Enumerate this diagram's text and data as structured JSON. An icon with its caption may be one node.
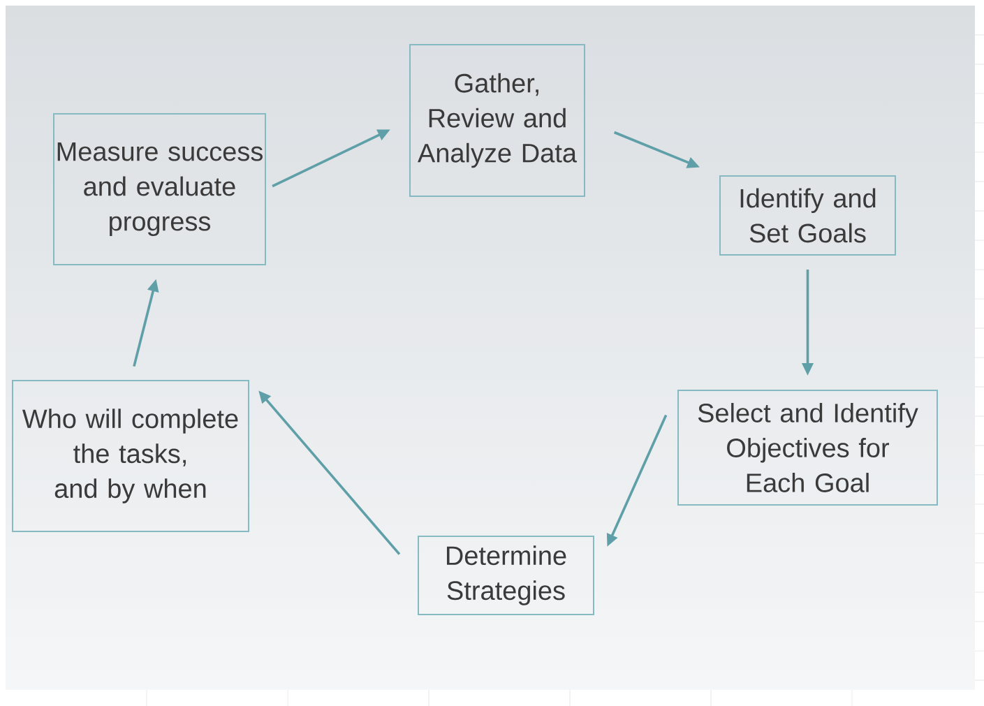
{
  "diagram": {
    "nodes": [
      {
        "text": [
          "Gather, Review and Analyze Data"
        ]
      },
      {
        "text": [
          "Identify and Set Goals"
        ]
      },
      {
        "text": [
          "Select and Identify Objectives for Each Goal"
        ]
      },
      {
        "text": [
          "Determine Strategies"
        ]
      },
      {
        "text": [
          "Who will complete the tasks, and by when"
        ]
      },
      {
        "text": [
          "Measure success and evaluate progress"
        ]
      }
    ],
    "edges": [
      {
        "from": 0,
        "to": 1,
        "arrow": "to"
      },
      {
        "from": 1,
        "to": 2,
        "arrow": "to"
      },
      {
        "from": 2,
        "to": 3,
        "arrow": "to"
      },
      {
        "from": 3,
        "to": 4,
        "arrow": "to"
      },
      {
        "from": 4,
        "to": 5,
        "arrow": "to"
      },
      {
        "from": 5,
        "to": 0,
        "arrow": "to"
      }
    ]
  }
}
